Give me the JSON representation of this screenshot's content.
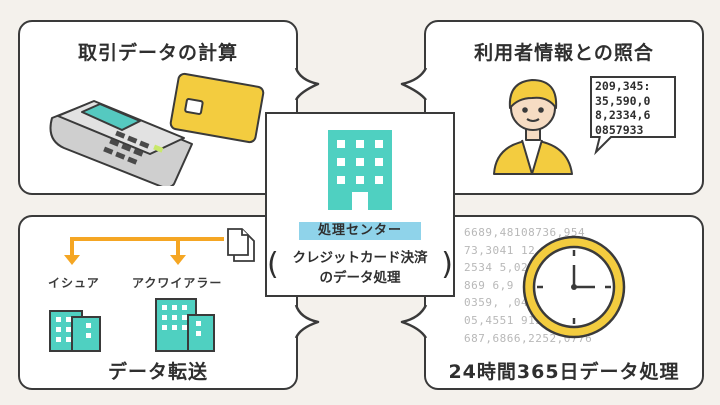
{
  "panels": {
    "top_left": {
      "title": "取引データの計算"
    },
    "top_right": {
      "title": "利用者情報との照合"
    },
    "bottom_left": {
      "title": "データ転送",
      "issuer_label": "イシュア",
      "acquirer_label": "アクワイアラー"
    },
    "bottom_right": {
      "title": "24時間365日データ処理"
    }
  },
  "center": {
    "badge": "処理センター",
    "desc_line1": "クレジットカード決済",
    "desc_line2": "のデータ処理"
  },
  "numbers_box": [
    "209,345:",
    "35,590,0",
    "8,2334,6",
    "0857933"
  ],
  "background_numbers": [
    "6689,48108736,954",
    "73,3041      12,213",
    "2534          5,0241",
    "869              6,9",
    "0359,          ,043",
    "05,4551       91367",
    "687,6866,2252,0776"
  ],
  "colors": {
    "accent_teal": "#4fd0c1",
    "accent_orange": "#f5a623",
    "accent_yellow": "#f3cc3f",
    "outline": "#3a3a3a",
    "background": "#f4f1ec"
  }
}
